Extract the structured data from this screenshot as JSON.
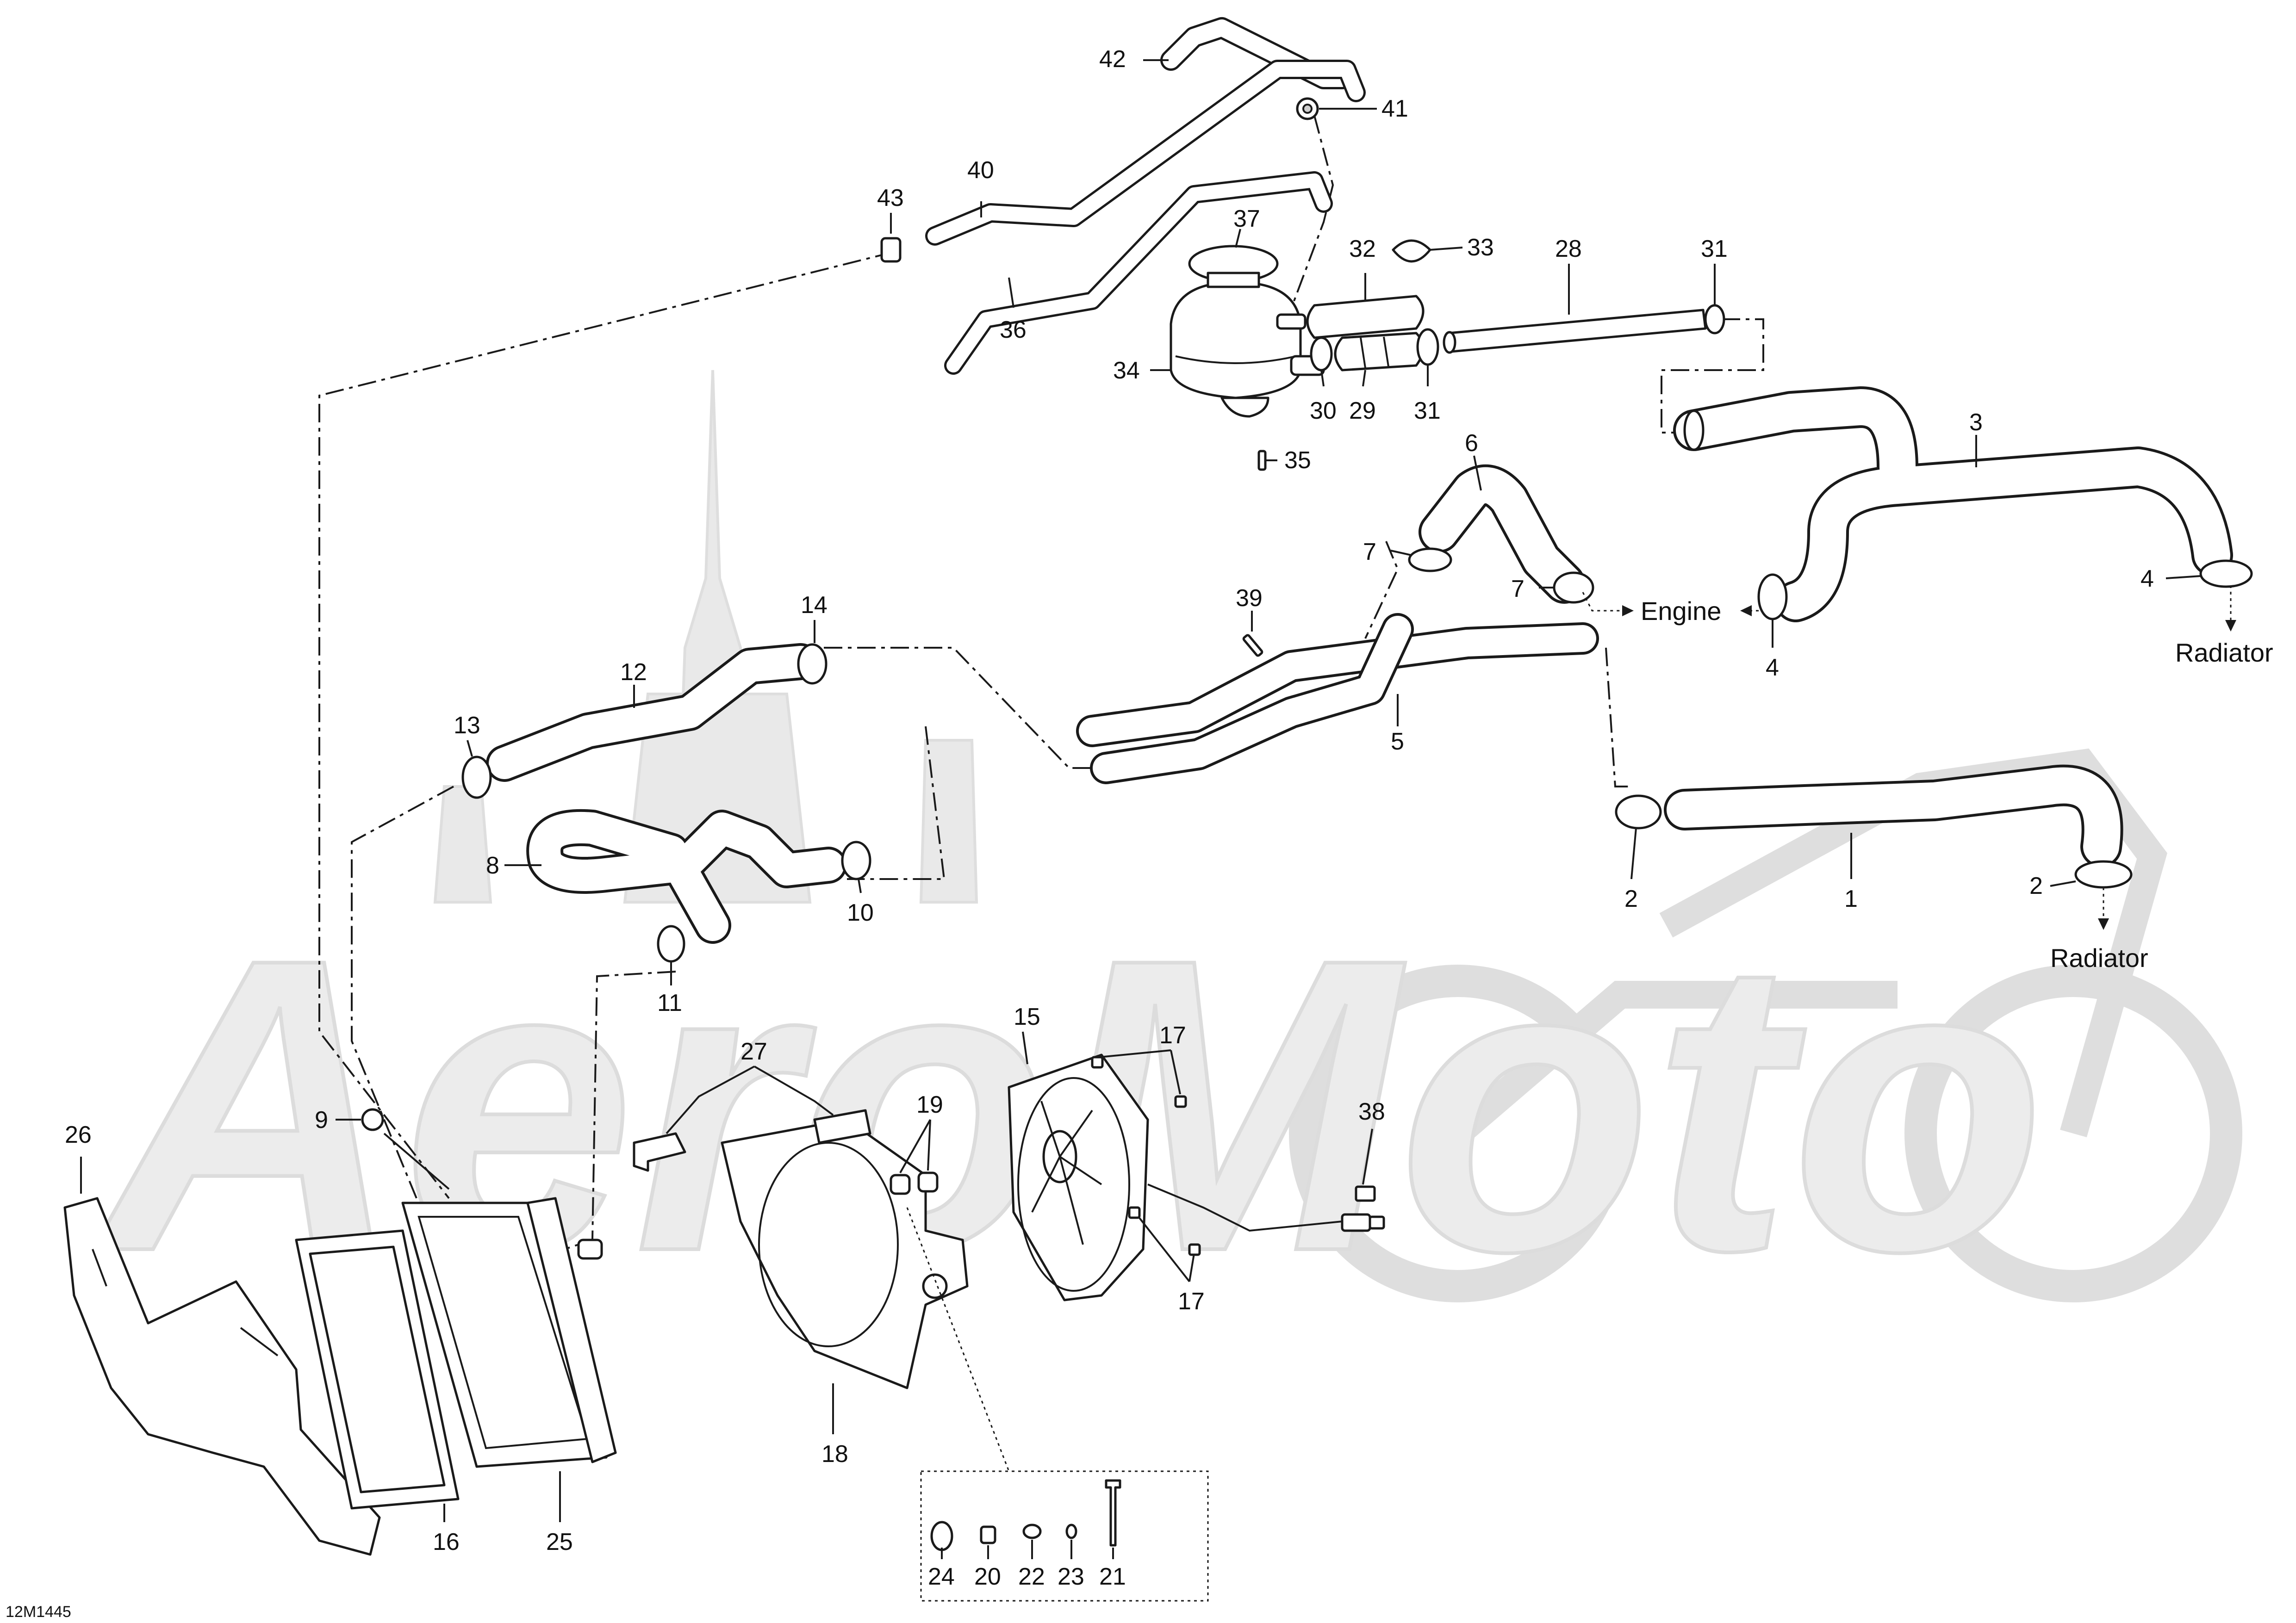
{
  "diagram": {
    "figure_code": "12M1445",
    "watermark_text": "AeroMoto",
    "destinations": {
      "engine": "Engine",
      "radiator": "Radiator"
    },
    "callouts": {
      "c1": "1",
      "c2a": "2",
      "c2b": "2",
      "c3": "3",
      "c4a": "4",
      "c4b": "4",
      "c5": "5",
      "c6": "6",
      "c7a": "7",
      "c7b": "7",
      "c8": "8",
      "c9": "9",
      "c10": "10",
      "c11": "11",
      "c12": "12",
      "c13": "13",
      "c14": "14",
      "c15": "15",
      "c16": "16",
      "c17a": "17",
      "c17b": "17",
      "c18": "18",
      "c19": "19",
      "c20": "20",
      "c21": "21",
      "c22": "22",
      "c23": "23",
      "c24": "24",
      "c25": "25",
      "c26": "26",
      "c27": "27",
      "c28": "28",
      "c29": "29",
      "c30": "30",
      "c31a": "31",
      "c31b": "31",
      "c32": "32",
      "c33": "33",
      "c34": "34",
      "c35": "35",
      "c36": "36",
      "c37": "37",
      "c38": "38",
      "c39": "39",
      "c40": "40",
      "c41": "41",
      "c42": "42",
      "c43": "43"
    }
  }
}
